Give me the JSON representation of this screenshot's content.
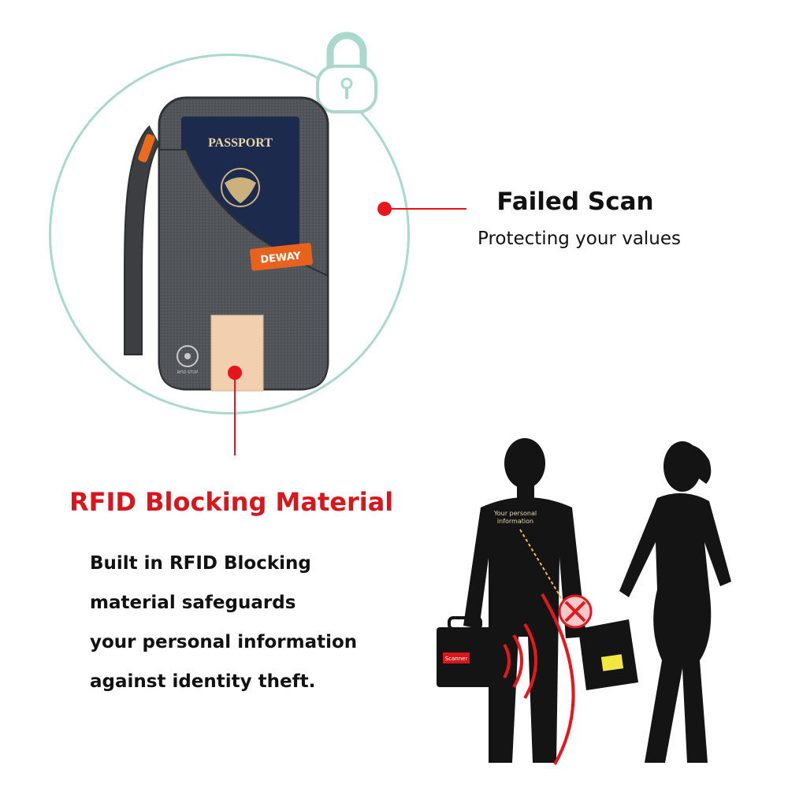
{
  "wallet": {
    "passport_label": "PASSPORT",
    "brand_label": "DEWAY",
    "rfid_badge": "RFID STOP"
  },
  "feature_scan": {
    "title": "Failed Scan",
    "subtitle": "Protecting your values"
  },
  "feature_rfid": {
    "title": "RFID Blocking Material",
    "lines": [
      "Built in RFID Blocking",
      "material safeguards",
      "your personal information",
      "against identity theft."
    ]
  },
  "scene": {
    "info_label_line1": "Your personal",
    "info_label_line2": "information",
    "bag_label": "Scanner"
  },
  "colors": {
    "accent_red": "#e8161c",
    "ring_mint": "#a9d9cb",
    "wallet_gray": "#4a4d52",
    "rfid_pad": "#f2cfae"
  },
  "icons": [
    "lock-icon",
    "rfid-icon",
    "blocked-x-icon"
  ]
}
